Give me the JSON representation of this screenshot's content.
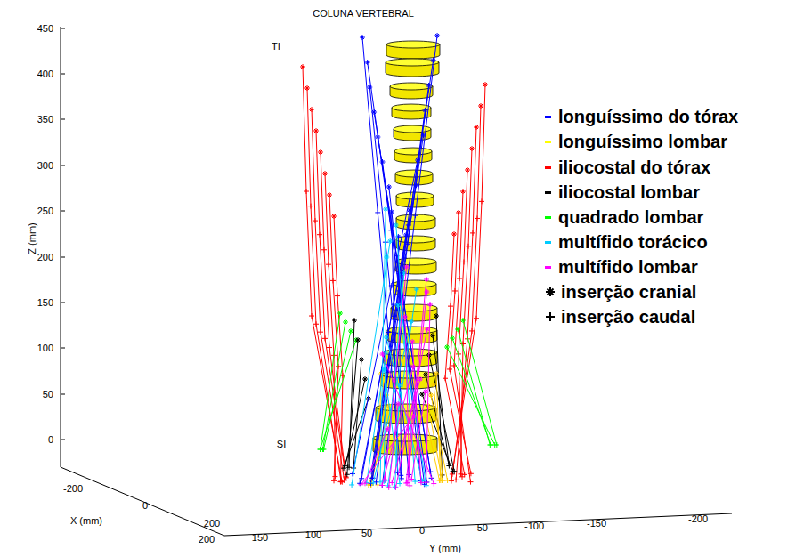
{
  "diagram": {
    "title": "COLUNA VERTEBRAL",
    "labels": [
      "TI",
      "SI",
      "Z (mm)",
      "450",
      "400",
      "350",
      "300",
      "250",
      "200",
      "150",
      "100",
      "50",
      "0",
      "X (mm)",
      "-200",
      "0",
      "200",
      "Y (mm)",
      "200",
      "150",
      "100",
      "50",
      "0",
      "-50",
      "-100",
      "-150",
      "-200"
    ],
    "legend": [
      {
        "text": "longuíssimo do tórax",
        "color": "#0000ff"
      },
      {
        "text": "longuíssimo lombar",
        "color": "#ffff00"
      },
      {
        "text": "iliocostal do tórax",
        "color": "#ff0000"
      },
      {
        "text": "iliocostal lombar",
        "color": "#000000"
      },
      {
        "text": "quadrado lombar",
        "color": "#00ff00"
      },
      {
        "text": "multífido torácico",
        "color": "#00ccff"
      },
      {
        "text": "multífido lombar",
        "color": "#ff00ff"
      },
      {
        "text": "inserção cranial"
      },
      {
        "text": "inserção caudal"
      }
    ]
  }
}
